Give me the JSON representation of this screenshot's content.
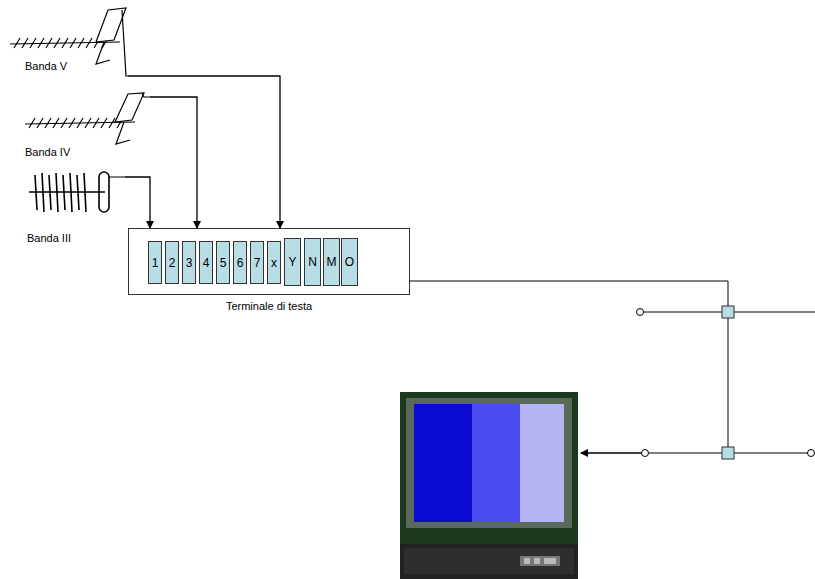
{
  "diagram": {
    "nodes": [
      {
        "text": [
          "Banda V"
        ]
      },
      {
        "text": [
          "Banda IV"
        ]
      },
      {
        "text": [
          "Banda III"
        ]
      },
      {
        "text": [
          "Terminale di testa"
        ]
      },
      {
        "text": [
          "1"
        ],
        "in": 3
      },
      {
        "text": [
          "2"
        ],
        "in": 3
      },
      {
        "text": [
          "3"
        ],
        "in": 3
      },
      {
        "text": [
          "4"
        ],
        "in": 3
      },
      {
        "text": [
          "5"
        ],
        "in": 3
      },
      {
        "text": [
          "6"
        ],
        "in": 3
      },
      {
        "text": [
          "7"
        ],
        "in": 3
      },
      {
        "text": [
          "x"
        ],
        "in": 3
      },
      {
        "text": [
          "Y"
        ],
        "in": 3
      },
      {
        "text": [
          "N"
        ],
        "in": 3
      },
      {
        "text": [
          "M"
        ],
        "in": 3
      },
      {
        "text": [
          "O"
        ],
        "in": 3
      }
    ],
    "edges": [
      {
        "from": 0,
        "to": 3,
        "arrow": "to"
      },
      {
        "from": 1,
        "to": 3,
        "arrow": "to"
      },
      {
        "from": 2,
        "to": 3,
        "arrow": "to"
      }
    ]
  }
}
